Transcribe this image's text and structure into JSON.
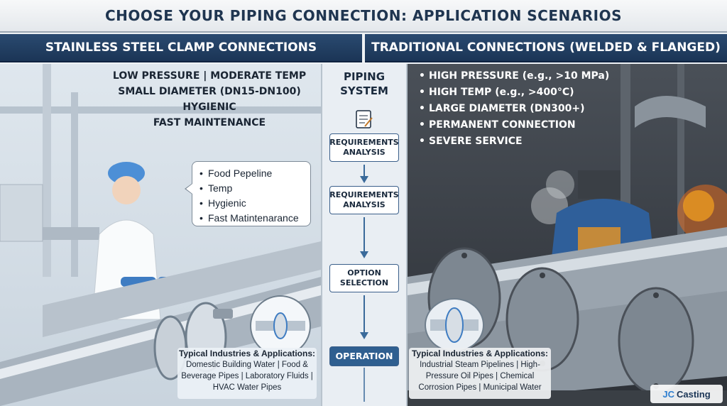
{
  "title": "CHOOSE YOUR PIPING CONNECTION: APPLICATION SCENARIOS",
  "left_panel": {
    "header": "STAINLESS STEEL CLAMP CONNECTIONS",
    "features": [
      "LOW PRESSURE | MODERATE TEMP",
      "SMALL DIAMETER (DN15-DN100)",
      "HYGIENIC",
      "FAST MAINTENANCE"
    ],
    "bubble_items": [
      "Food Pepeline",
      "Temp",
      "Hygienic",
      "Fast Matintenarance"
    ],
    "industries_title": "Typical Industries & Applications:",
    "industries_text": "Domestic Building Water | Food & Beverage Pipes | Laboratory Fluids | HVAC Water Pipes"
  },
  "middle": {
    "title_line1": "PIPING",
    "title_line2": "SYSTEM",
    "steps": [
      "REQUIREMENTS ANALYSIS",
      "REQUIREMENTS ANALYSIS",
      "OPTION SELECTION",
      "OPERATION"
    ]
  },
  "right_panel": {
    "header": "TRADITIONAL CONNECTIONS (WELDED & FLANGED)",
    "features": [
      "HIGH PRESSURE (e.g., >10 MPa)",
      "HIGH TEMP (e.g., >400°C)",
      "LARGE DIAMETER (DN300+)",
      "PERMANENT CONNECTION",
      "SEVERE SERVICE"
    ],
    "industries_title": "Typical Industries & Applications:",
    "industries_text": "Industrial Steam Pipelines | High-Pressure Oil Pipes | Chemical Corrosion Pipes | Municipal Water"
  },
  "logo": {
    "mark": "JC",
    "text": "Casting"
  },
  "colors": {
    "header_bg": "#1b3556",
    "operation": "#2f5f90",
    "arrow": "#3a6a9a"
  }
}
